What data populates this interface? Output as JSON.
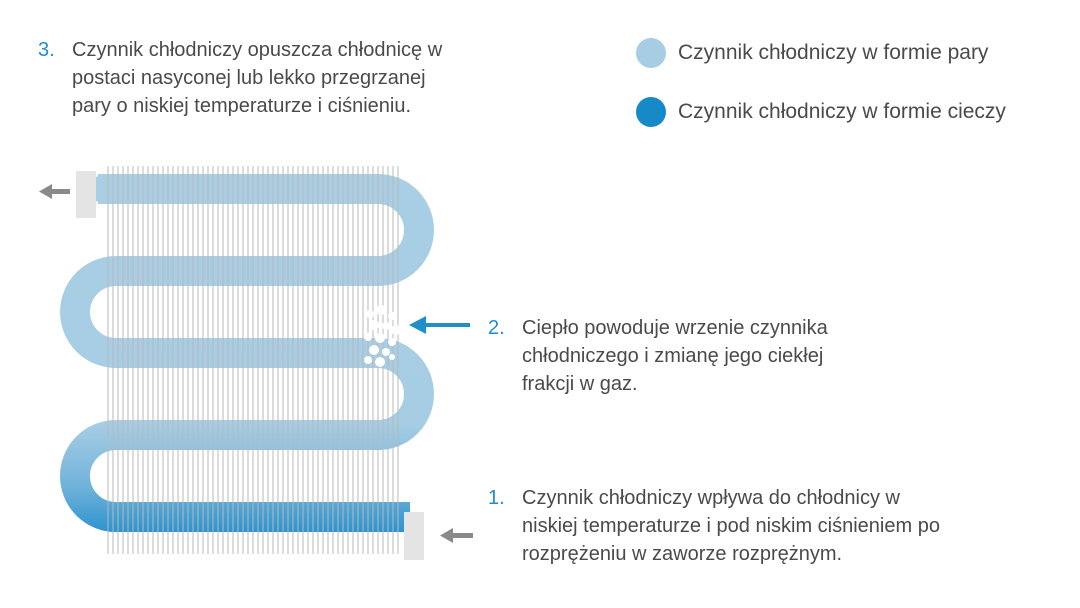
{
  "steps": {
    "step3": {
      "number": "3.",
      "text": "Czynnik chłodniczy opuszcza chłodnicę w\npostaci nasyconej lub lekko przegrzanej\npary o niskiej temperaturze i ciśnieniu."
    },
    "step2": {
      "number": "2.",
      "text": "Ciepło powoduje wrzenie czynnika\nchłodniczego i zmianę jego ciekłej\nfrakcji w gaz."
    },
    "step1": {
      "number": "1.",
      "text": "Czynnik chłodniczy wpływa do chłodnicy w\nniskiej temperaturze i pod niskim ciśnieniem po\nrozprężeniu w zaworze rozprężnym."
    }
  },
  "legend": {
    "vapor": {
      "label": "Czynnik chłodniczy w formie pary",
      "color": "#a6cde4"
    },
    "liquid": {
      "label": "Czynnik chłodniczy w formie cieczy",
      "color": "#1689c8"
    }
  },
  "colors": {
    "pipe_vapor": "#a6cde4",
    "pipe_liquid": "#1689c8",
    "accent": "#1e8fc9",
    "fins": "#b8b8b8",
    "connector": "#e4e4e4",
    "gray_arrow": "#8a8a8a",
    "text": "#4a4a4a"
  }
}
